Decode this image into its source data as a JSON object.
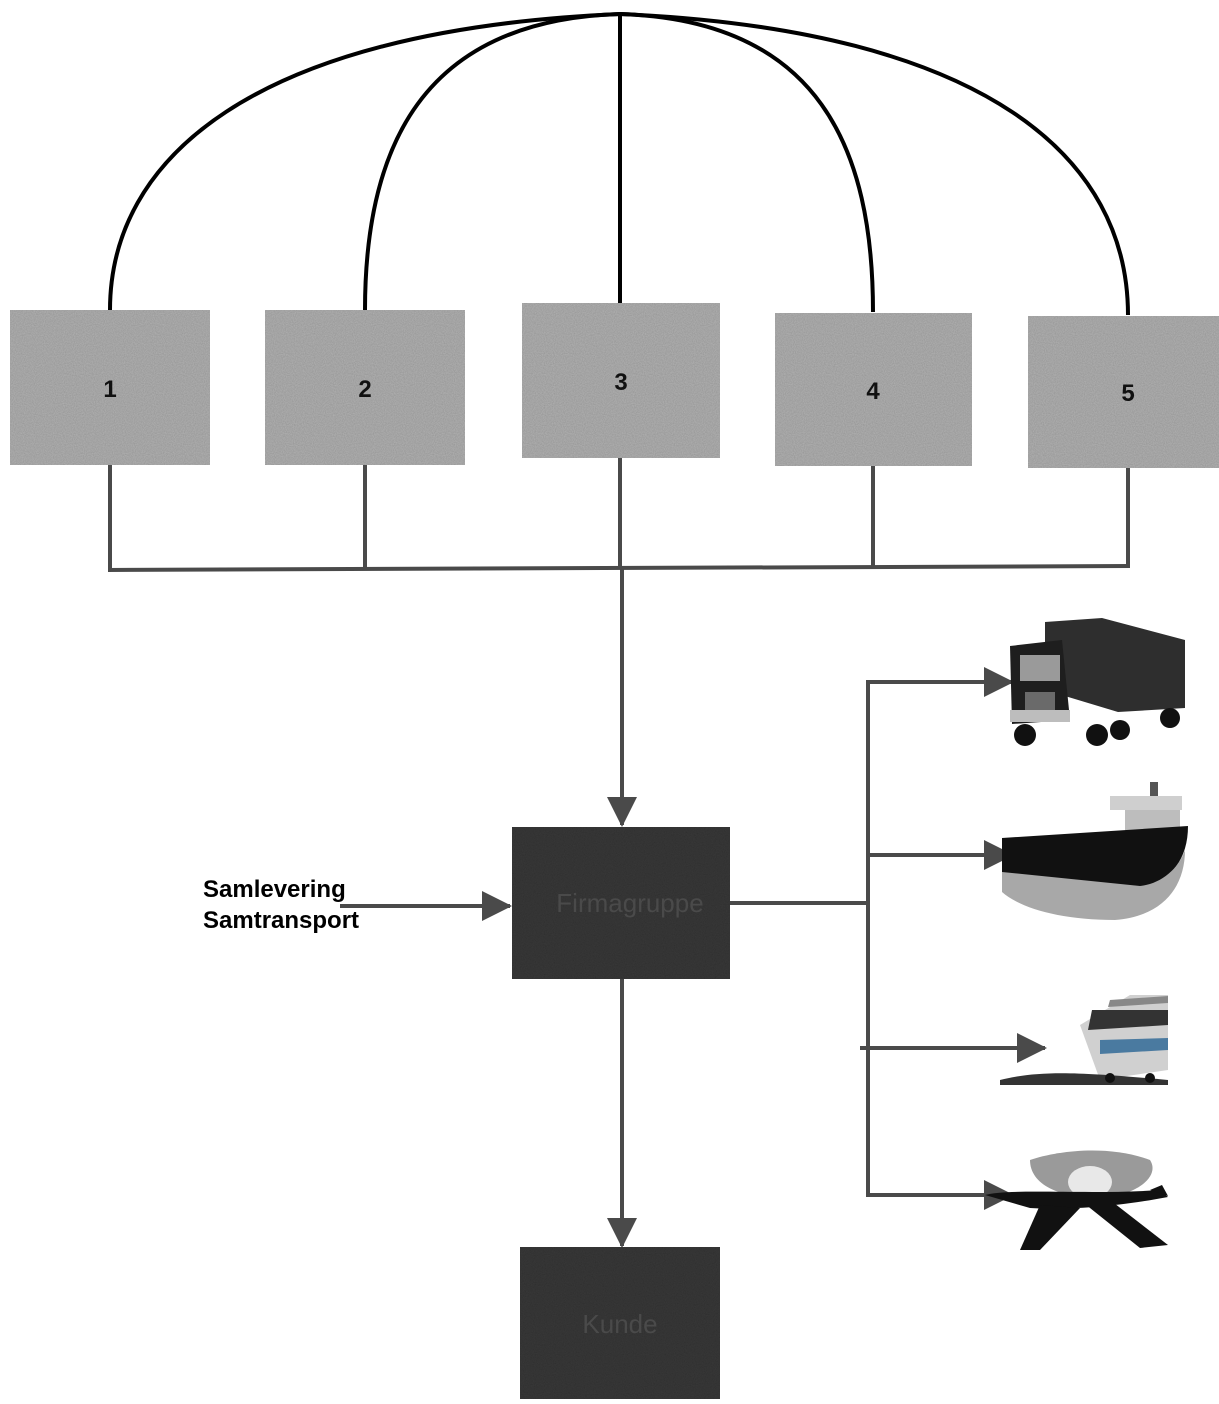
{
  "diagram": {
    "members": [
      {
        "label": "1"
      },
      {
        "label": "2"
      },
      {
        "label": "3"
      },
      {
        "label": "4"
      },
      {
        "label": "5"
      }
    ],
    "hub": {
      "label": "Firmagruppe"
    },
    "customer": {
      "label": "Kunde"
    },
    "input": {
      "line1": "Samlevering",
      "line2": "Samtransport"
    },
    "transport_modes": [
      {
        "name": "truck-icon"
      },
      {
        "name": "ship-icon"
      },
      {
        "name": "train-icon"
      },
      {
        "name": "airplane-icon"
      }
    ],
    "colors": {
      "member_box": "#b3b3b3",
      "hub_box": "#3a3a3a",
      "customer_box": "#3a3a3a",
      "lines": "#000000",
      "arrows": "#4a4a4a"
    }
  }
}
